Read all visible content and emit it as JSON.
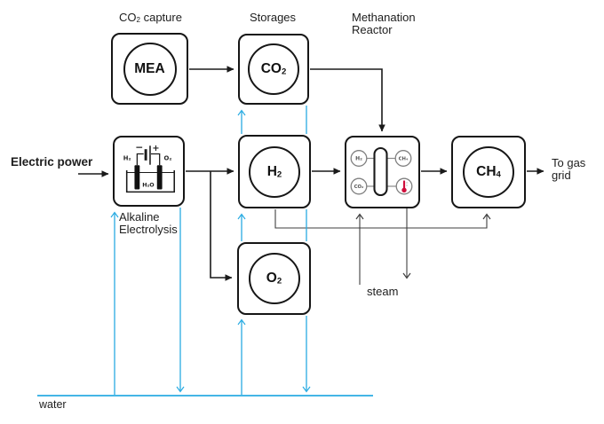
{
  "title": "Power-to-Gas process diagram",
  "colors": {
    "line_black": "#1a1a1a",
    "water_blue": "#29ABE2",
    "steam_gray": "#3f3f3f",
    "thermometer_red": "#cf0f3c"
  },
  "labels": {
    "co2_capture": "CO_2 capture",
    "storages": "Storages",
    "methanation_l1": "Methanation",
    "methanation_l2": "Reactor",
    "electric_power": "Electric power",
    "alkaline_l1": "Alkaline",
    "alkaline_l2": "Electrolysis",
    "steam": "steam",
    "water": "water",
    "to_gas_l1": "To gas",
    "to_gas_l2": "grid"
  },
  "nodes": {
    "mea": {
      "label": "MEA"
    },
    "co2_storage": {
      "label": "CO_2"
    },
    "h2_storage": {
      "label": "H_2"
    },
    "o2_storage": {
      "label": "O_2"
    },
    "ch4_storage": {
      "label": "CH_4"
    },
    "electrolysis_icon": {
      "h2": "H₂",
      "o2": "O₂",
      "h2o": "H₂O",
      "minus": "−",
      "plus": "+"
    },
    "reactor_icon": {
      "h2": "H₂",
      "ch4": "CH₄",
      "co2": "CO₂"
    }
  },
  "flows": [
    {
      "from": "electric power",
      "to": "alkaline electrolysis"
    },
    {
      "from": "MEA CO2 capture",
      "to": "CO2 storage"
    },
    {
      "from": "alkaline electrolysis",
      "to": "H2 storage"
    },
    {
      "from": "alkaline electrolysis",
      "to": "O2 storage"
    },
    {
      "from": "CO2 storage",
      "to": "methanation reactor"
    },
    {
      "from": "H2 storage",
      "to": "methanation reactor"
    },
    {
      "from": "methanation reactor",
      "to": "CH4 storage"
    },
    {
      "from": "CH4 storage",
      "to": "gas grid"
    },
    {
      "from": "H2 storage",
      "to": "CH4 storage"
    },
    {
      "from": "steam",
      "to": "methanation reactor"
    },
    {
      "from": "methanation reactor",
      "to": "steam"
    },
    {
      "from": "water",
      "to": "alkaline electrolysis"
    },
    {
      "from": "alkaline electrolysis",
      "to": "water"
    },
    {
      "from": "water",
      "to": "O2 storage"
    },
    {
      "from": "water",
      "to": "H2 storage"
    },
    {
      "from": "water",
      "to": "CO2 storage"
    },
    {
      "from": "storages",
      "to": "water"
    }
  ]
}
